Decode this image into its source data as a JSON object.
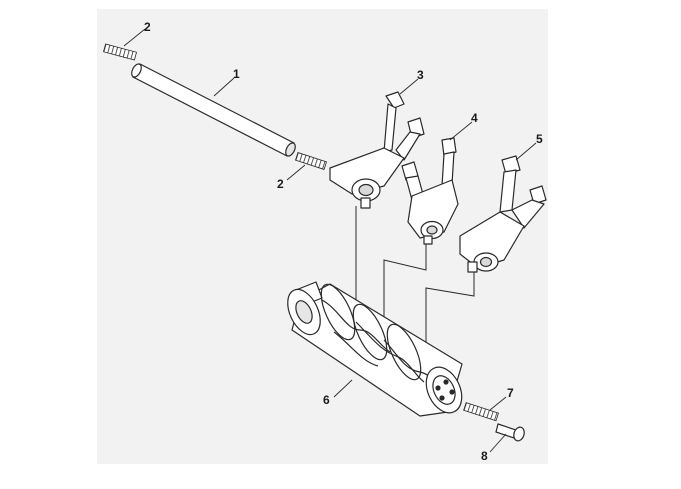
{
  "diagram": {
    "colors": {
      "background": "#ffffff",
      "panel": "#f2f2f2",
      "stroke": "#2a2a2a",
      "fill": "#ffffff",
      "shade": "#d9d9d9"
    },
    "callouts": [
      {
        "id": "c2a",
        "label": "2"
      },
      {
        "id": "c1",
        "label": "1"
      },
      {
        "id": "c3",
        "label": "3"
      },
      {
        "id": "c4",
        "label": "4"
      },
      {
        "id": "c5",
        "label": "5"
      },
      {
        "id": "c2b",
        "label": "2"
      },
      {
        "id": "c6",
        "label": "6"
      },
      {
        "id": "c7",
        "label": "7"
      },
      {
        "id": "c8",
        "label": "8"
      }
    ]
  }
}
